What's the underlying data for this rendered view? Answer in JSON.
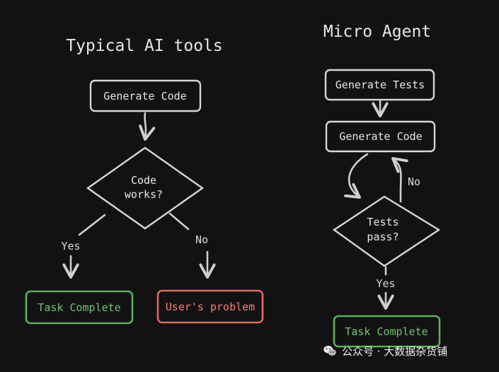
{
  "colors": {
    "background": "#121212",
    "stroke": "#d6d6d6",
    "success": "#5cae5f",
    "success_text": "#6fc472",
    "error": "#e36767",
    "error_text": "#ff7b7b"
  },
  "left_flow": {
    "title": "Typical AI tools",
    "generate_code": "Generate Code",
    "decision_line1": "Code",
    "decision_line2": "works?",
    "yes_label": "Yes",
    "no_label": "No",
    "task_complete": "Task Complete",
    "users_problem": "User's problem"
  },
  "right_flow": {
    "title": "Micro Agent",
    "generate_tests": "Generate Tests",
    "generate_code": "Generate Code",
    "decision_line1": "Tests",
    "decision_line2": "pass?",
    "no_label": "No",
    "yes_label": "Yes",
    "task_complete": "Task Complete"
  },
  "watermark": {
    "icon": "wechat-icon",
    "text": "公众号 · 大数据杂货铺"
  }
}
